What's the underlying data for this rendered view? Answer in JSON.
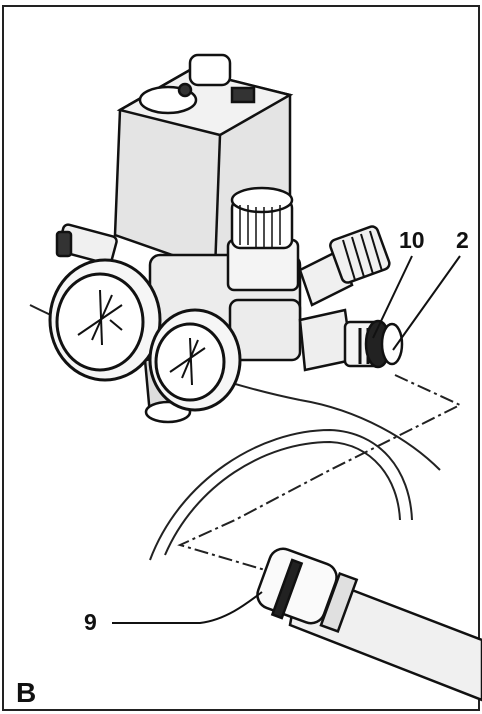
{
  "figure": {
    "panel_label": "B",
    "callouts": {
      "part_10": "10",
      "part_2": "2",
      "part_9": "9"
    }
  },
  "colors": {
    "line": "#111111",
    "background": "#ffffff",
    "housing": "#e4e4e4",
    "shadow": "#9a9a9a"
  }
}
